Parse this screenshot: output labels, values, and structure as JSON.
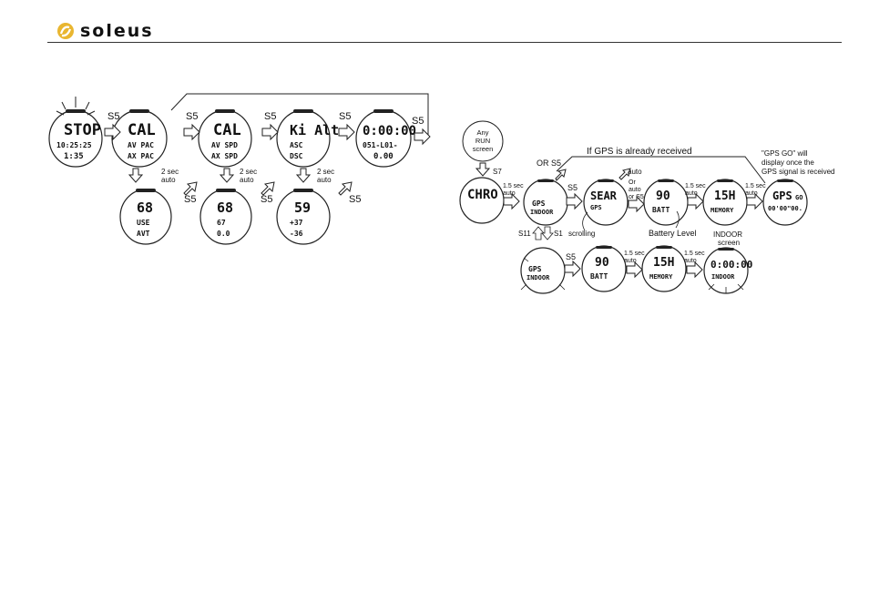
{
  "header": {
    "brand": "soleus"
  },
  "left": {
    "screens": [
      {
        "main": "STOP",
        "l1": "10:25:25",
        "l2": "1:35"
      },
      {
        "main": "CAL",
        "l1": "AV PAC",
        "l2": "AX PAC"
      },
      {
        "main": "CAL",
        "l1": "AV SPD",
        "l2": "AX SPD"
      },
      {
        "main": "Ki Alt",
        "l1": "ASC",
        "l2": "DSC"
      },
      {
        "main": "0:00:00",
        "l1": "051-L01-",
        "l2": "0.00"
      },
      {
        "main": "68",
        "l1": "USE",
        "l2": "AVT"
      },
      {
        "main": "68",
        "l1": "67",
        "l2": "0.0"
      },
      {
        "main": "59",
        "l1": "+37",
        "l2": "-36"
      }
    ],
    "labels": {
      "s5": "S5",
      "two_sec": "2 sec",
      "auto": "auto"
    }
  },
  "right": {
    "any_run": [
      "Any",
      "RUN",
      "screen"
    ],
    "s7": "S7",
    "already_received": "If GPS is already received",
    "or_s5": "OR S5",
    "auto": "auto",
    "or": "Or",
    "or_s5_small": "or S5",
    "one_five_sec": "1.5 sec",
    "s5": "S5",
    "s11": "S11",
    "s1": "S1",
    "scrolling": "scrolling",
    "battery_level": "Battery Level",
    "indoor_screen": [
      "INDOOR",
      "screen"
    ],
    "gps_go_note": [
      "\"GPS GO\" will",
      "display once the",
      "GPS signal is received"
    ],
    "screens": {
      "chro": "CHRO",
      "gps_indoor_l1": "GPS",
      "gps_indoor_l2": "INDOOR",
      "search_main": "SEAR",
      "search_l1": "GPS",
      "batt_main": "90",
      "batt_l1": "BATT",
      "mem_main": "15H",
      "mem_l1": "MEMORY",
      "gps_go_main": "GPS",
      "gps_go_suffix": "GO",
      "gps_go_l1": "00'00\"00.",
      "bottom_gps_l1": "GPS",
      "bottom_gps_l2": "INDOOR",
      "bottom_batt_main": "90",
      "bottom_batt_l1": "BATT",
      "bottom_mem_main": "15H",
      "bottom_mem_l1": "MEMORY",
      "indoor_main": "0:00:00",
      "indoor_l1": "INDOOR"
    }
  }
}
